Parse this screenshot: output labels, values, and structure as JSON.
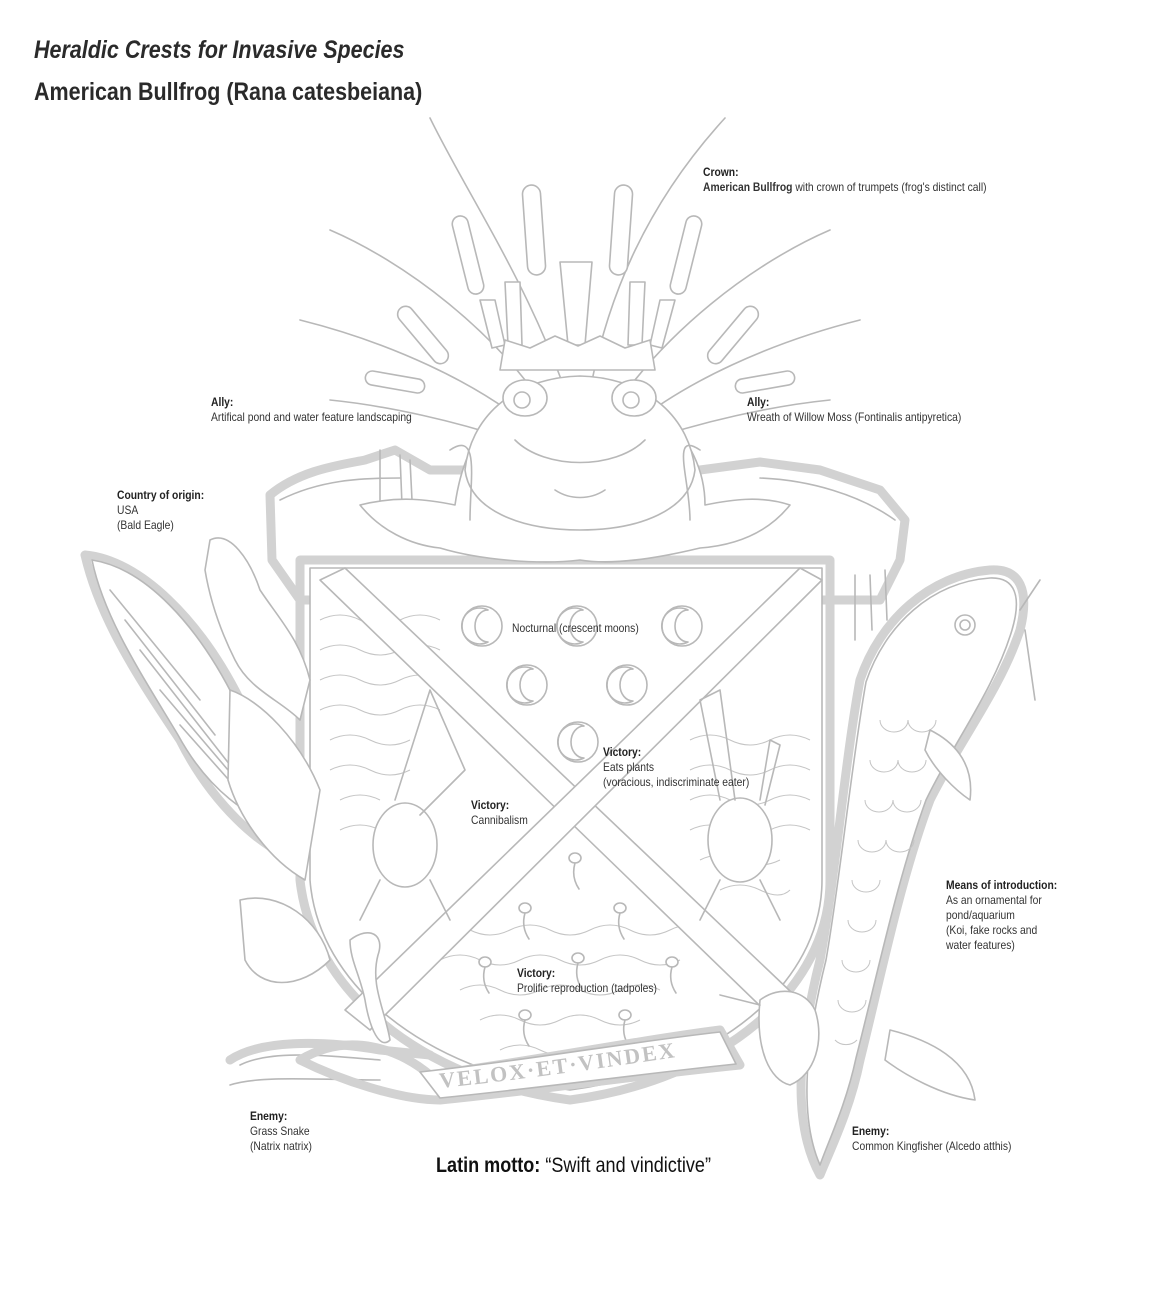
{
  "title": "Heraldic Crests for Invasive Species",
  "subtitle": "American Bullfrog (Rana catesbeiana)",
  "annotations": {
    "crown": {
      "heading": "Crown:",
      "bold_part": "American Bullfrog",
      "rest": " with crown of trumpets (frog's distinct call)"
    },
    "ally_left": {
      "heading": "Ally:",
      "line1": "Artifical pond and water feature landscaping"
    },
    "ally_right": {
      "heading": "Ally:",
      "line1": "Wreath of Willow Moss (Fontinalis antipyretica)"
    },
    "country": {
      "heading": "Country of origin:",
      "line1": "USA",
      "line2": "(Bald Eagle)"
    },
    "nocturnal": {
      "text": "Nocturnal (crescent moons)"
    },
    "victory_plants": {
      "heading": "Victory:",
      "line1": "Eats plants",
      "line2": "(voracious, indiscriminate eater)"
    },
    "victory_cannibalism": {
      "heading": "Victory:",
      "line1": "Cannibalism"
    },
    "introduction": {
      "heading": "Means of introduction:",
      "line1": "As an ornamental for",
      "line2": "pond/aquarium",
      "line3": "(Koi, fake rocks and",
      "line4": "water features)"
    },
    "victory_reproduction": {
      "heading": "Victory:",
      "line1": "Prolific reproduction (tadpoles)"
    },
    "enemy_left": {
      "heading": "Enemy:",
      "line1": "Grass Snake",
      "line2": "(Natrix natrix)"
    },
    "enemy_right": {
      "heading": "Enemy:",
      "line1": "Common Kingfisher (Alcedo atthis)"
    }
  },
  "banner": {
    "text": "VELOX·ET·VINDEX"
  },
  "motto": {
    "label": "Latin motto:",
    "text": " “Swift and vindictive”"
  }
}
